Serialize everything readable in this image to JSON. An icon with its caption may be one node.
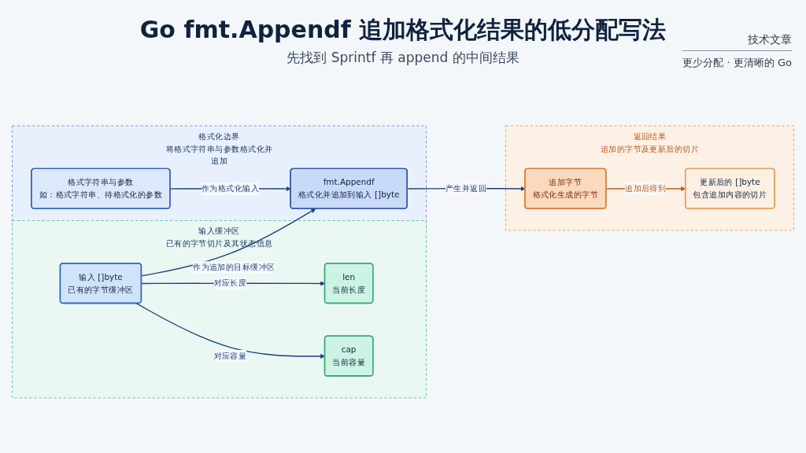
{
  "diagram": {
    "title": "Go fmt.Appendf 追加格式化结果的低分配写法",
    "nodes": [
      {
        "text": [
          "输入缓冲区",
          "已有的字节切片及其状态信息"
        ]
      },
      {
        "text": [
          "输入 []byte",
          "已有的字节缓冲区"
        ],
        "in": 0
      },
      {
        "text": [
          "len",
          "当前长度"
        ],
        "in": 0
      },
      {
        "text": [
          "cap",
          "当前容量"
        ],
        "in": 0
      },
      {
        "text": [
          "格式化边界",
          "将格式字符串与参数格式化并追加"
        ]
      },
      {
        "text": [
          "格式字符串与参数",
          "如：格式字符串、待格式化的参数"
        ],
        "in": 4
      },
      {
        "text": [
          "fmt.Appendf",
          "格式化并追加到输入 []byte"
        ],
        "in": 4
      },
      {
        "text": [
          "返回结果",
          "追加的字节及更新后的切片"
        ]
      },
      {
        "text": [
          "追加字节",
          "格式化生成的字节"
        ],
        "in": 7
      },
      {
        "text": [
          "更新后的 []byte",
          "包含追加内容的切片"
        ],
        "in": 7
      }
    ],
    "edges": [
      {
        "from": 1,
        "to": 2,
        "arrow": "to",
        "label": "对应长度"
      },
      {
        "from": 1,
        "to": 3,
        "arrow": "to",
        "label": "对应容量"
      },
      {
        "from": 1,
        "to": 6,
        "arrow": "to",
        "label": "作为追加的目标缓冲区"
      },
      {
        "from": 5,
        "to": 6,
        "arrow": "to",
        "label": "作为格式化输入"
      },
      {
        "from": 6,
        "to": 8,
        "arrow": "to",
        "label": "产生并返回"
      },
      {
        "from": 8,
        "to": 9,
        "arrow": "to",
        "label": "追加后得到",
        "color": "#c0561b"
      }
    ],
    "labels": [
      "技术文章",
      "先找到 Sprintf 再 append 的中间结果",
      "更少分配 · 更清晰的 Go"
    ]
  }
}
